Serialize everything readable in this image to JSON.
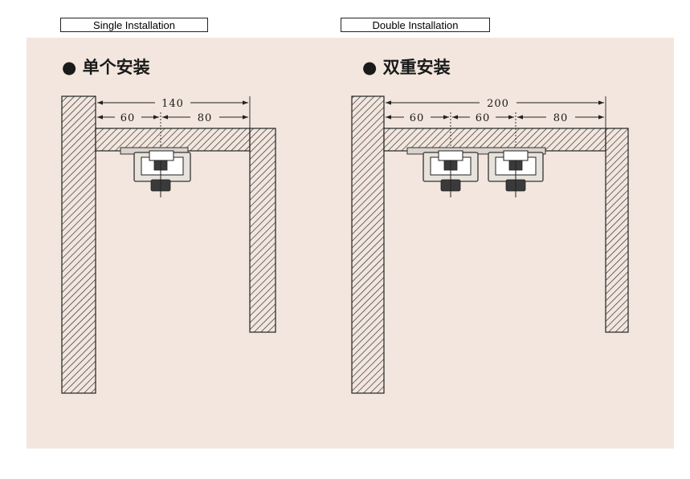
{
  "labels": {
    "single": "Single Installation",
    "double": "Double Installation"
  },
  "single": {
    "heading": "● 单个安装",
    "dimensions": {
      "total": "140",
      "left": "60",
      "right": "80"
    }
  },
  "double": {
    "heading": "● 双重安装",
    "dimensions": {
      "total": "200",
      "left": "60",
      "middle": "60",
      "right": "80"
    }
  },
  "colors": {
    "panel_background": "#f2e6de",
    "hatch_line": "#333333"
  }
}
